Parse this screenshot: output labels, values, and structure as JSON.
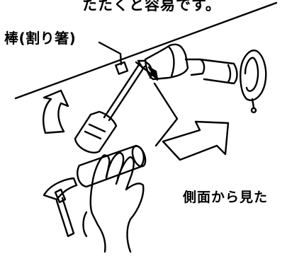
{
  "texts": {
    "caption_top": "たたくと容易です。",
    "label_stick": "棒(割り箸)",
    "label_side": "側面から見た"
  },
  "colors": {
    "ink": "#000000",
    "background": "#ffffff"
  },
  "icons": {
    "hammer": "hammer-icon",
    "screwdriver": "screwdriver-icon",
    "hand": "hand-icon",
    "lamp": "lamp-fixture-icon"
  }
}
